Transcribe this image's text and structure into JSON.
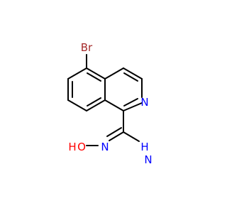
{
  "molecule": {
    "atoms": {
      "bromine": "Br",
      "ring_nitrogen": "N",
      "oxime_oxygen": "O",
      "oxime_hydrogen": "H",
      "imine_nitrogen": "N",
      "amine_nitrogen": "N",
      "amine_hydrogen": "H"
    }
  },
  "colors": {
    "bromine": "#a52a2a",
    "nitrogen": "#0000ff",
    "oxygen": "#ff0000",
    "bond": "#000000"
  }
}
